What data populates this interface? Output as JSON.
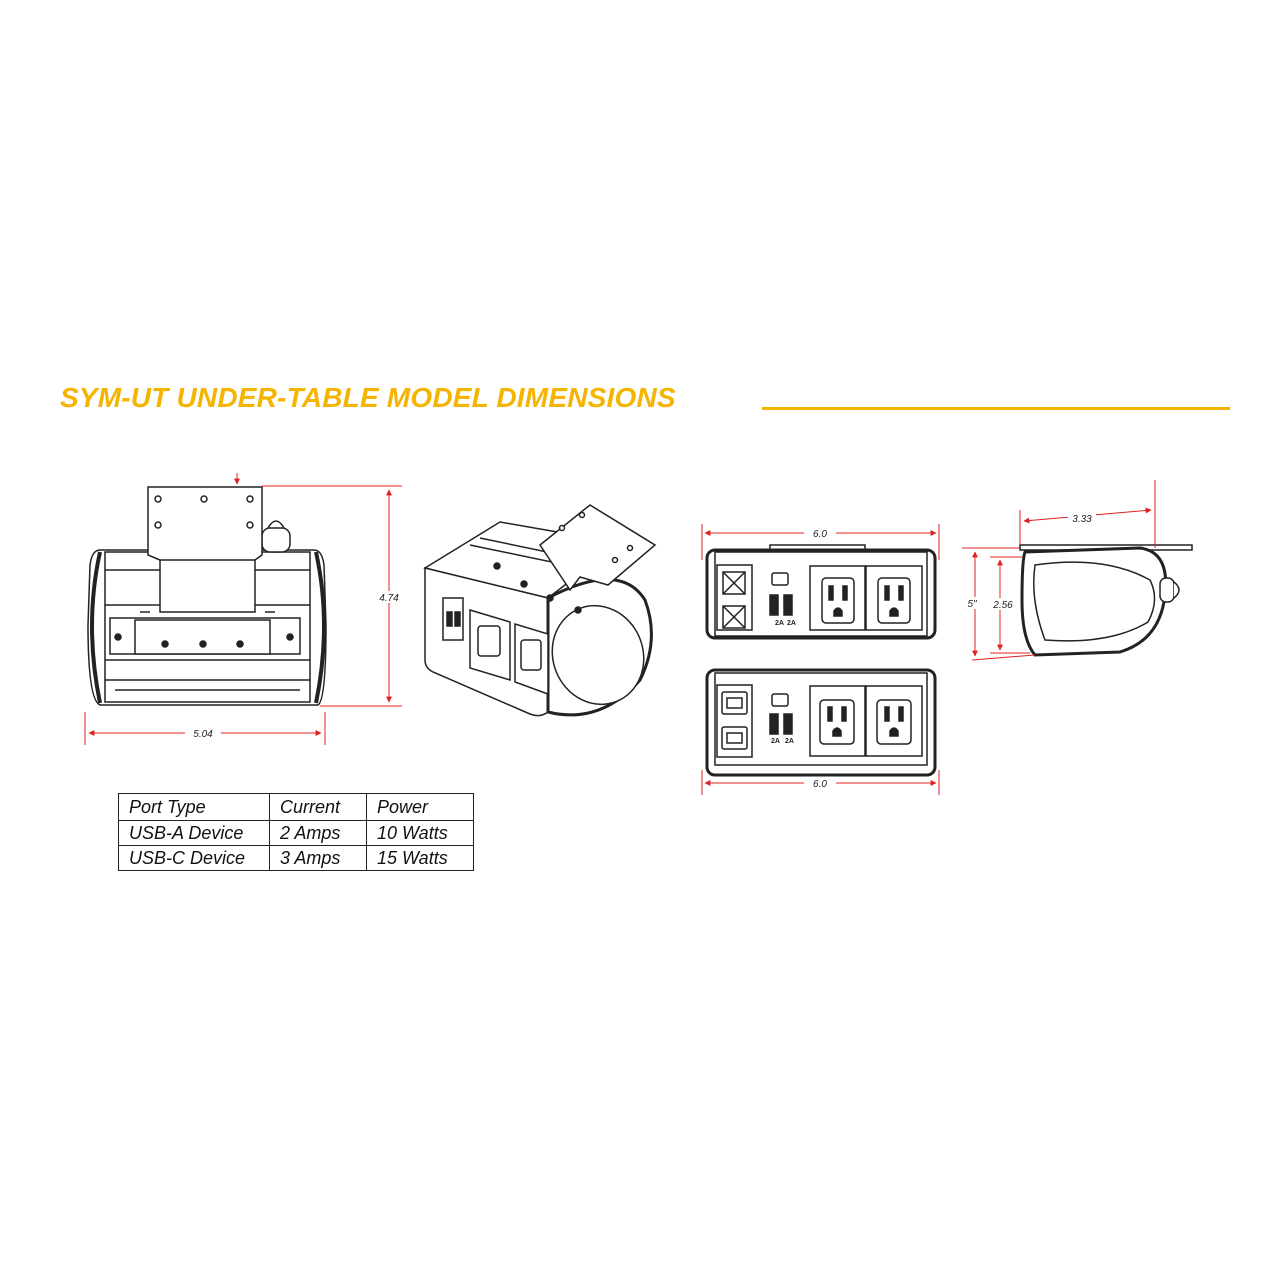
{
  "title": "SYM-UT UNDER-TABLE MODEL DIMENSIONS",
  "colors": {
    "accent": "#f5b400",
    "dimension": "#e02020",
    "line": "#222222"
  },
  "dimensions": {
    "front_width": "5.04",
    "front_height": "4.74",
    "top_width": "6.0",
    "bottom_width": "6.0",
    "side_depth": "3.33",
    "side_height": "5\"",
    "side_inner_height": "2.56"
  },
  "usb_labels": {
    "a": "2A",
    "b": "2A"
  },
  "spec_table": {
    "headers": [
      "Port Type",
      "Current",
      "Power"
    ],
    "rows": [
      [
        "USB-A Device",
        "2 Amps",
        "10 Watts"
      ],
      [
        "USB-C Device",
        "3 Amps",
        "15 Watts"
      ]
    ]
  }
}
